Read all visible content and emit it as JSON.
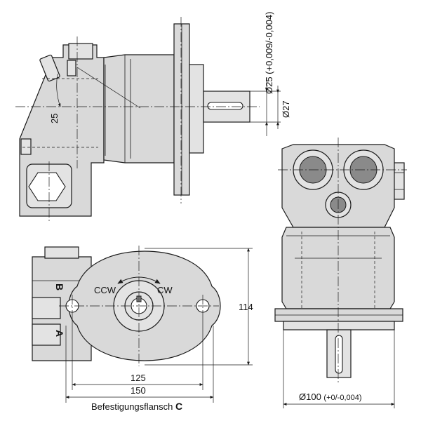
{
  "labels": {
    "angle_25": "25",
    "dia_shaft_tol": "Ø25 (+0,009/-0,004)",
    "dia_27": "Ø27",
    "port_b": "B",
    "port_a": "A",
    "ccw": "CCW",
    "cw": "CW",
    "dim_114": "114",
    "dim_125": "125",
    "dim_150": "150",
    "caption_main": "Befestigungsflansch ",
    "caption_letter": "C",
    "dia_100_main": "Ø100 ",
    "dia_100_tol": "(+0/-0,004)"
  }
}
